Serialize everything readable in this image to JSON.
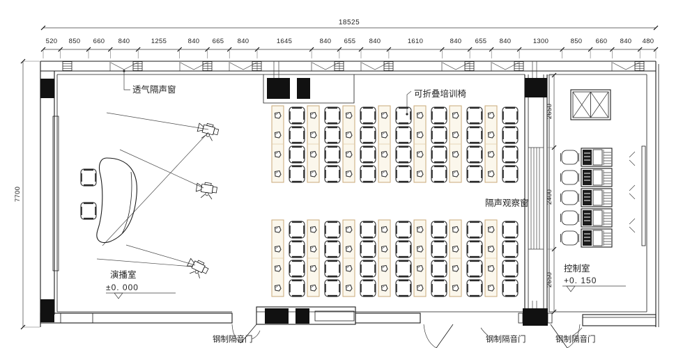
{
  "drawing_type": "studio-training-room-floor-plan",
  "colors": {
    "line": "#1a1a1a",
    "table_strip": "#c9a878",
    "background": "#ffffff"
  },
  "dimensions": {
    "total_width_mm": "18525",
    "left_height_mm": "7700",
    "top_segments_mm": [
      "520",
      "850",
      "660",
      "840",
      "1255",
      "840",
      "665",
      "840",
      "1645",
      "840",
      "655",
      "840",
      "1610",
      "840",
      "655",
      "840",
      "1300",
      "850",
      "660",
      "840",
      "480"
    ],
    "control_room_segments_mm": [
      "2650",
      "2400",
      "2650"
    ]
  },
  "labels": {
    "vent_soundproof_window": "透气隔声窗",
    "foldable_training_chair": "可折叠培训椅",
    "soundproof_observation_window": "隔声观察窗",
    "studio_room": "演播室",
    "studio_level": "±0. 000",
    "control_room": "控制室",
    "control_room_level": "+0. 150",
    "steel_soundproof_door": "钢制隔音门"
  }
}
